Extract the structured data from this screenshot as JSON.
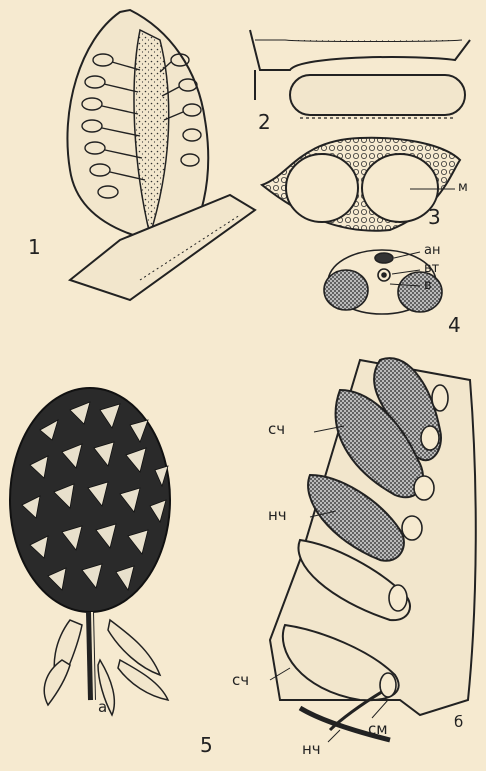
{
  "figures": {
    "fig1": {
      "number": "1"
    },
    "fig2": {
      "number": "2"
    },
    "fig3": {
      "number": "3",
      "label_m": "м"
    },
    "fig4": {
      "number": "4",
      "label_an": "ан",
      "label_vt": "вт",
      "label_v": "в"
    },
    "fig5": {
      "number": "5",
      "panel_a": "а",
      "panel_b": "б",
      "label_sch_top": "сч",
      "label_nch_mid": "нч",
      "label_sch_bottom": "сч",
      "label_nch_bottom": "нч",
      "label_sm": "см"
    }
  },
  "colors": {
    "background": "#f6ead0",
    "ink": "#222222"
  }
}
